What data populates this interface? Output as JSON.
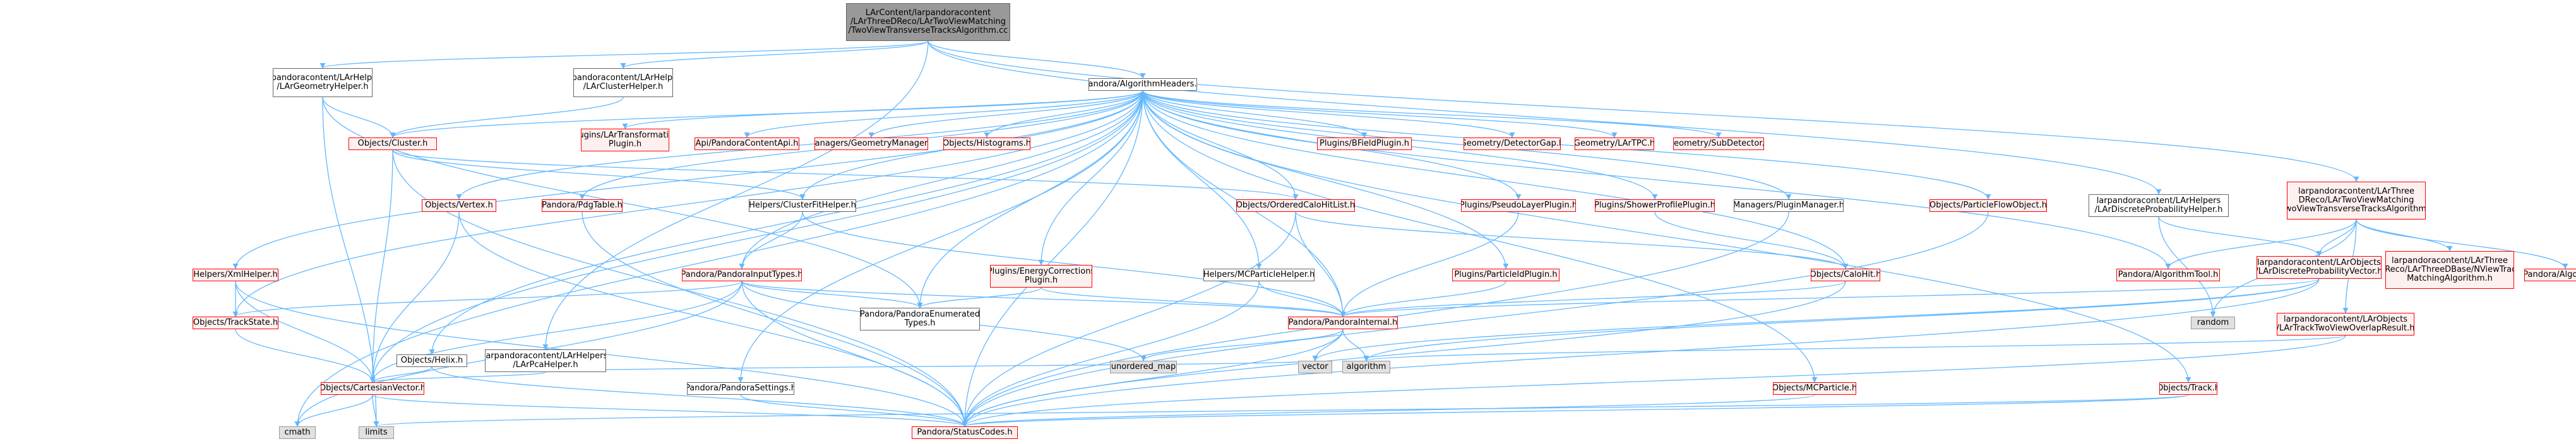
{
  "nodes": [
    {
      "id": "root",
      "label": "LArContent/larpandoracontent\n/LArThreeDReco/LArTwoViewMatching\n/TwoViewTransverseTracksAlgorithm.cc",
      "style": "root"
    },
    {
      "id": "geomHelper",
      "label": "larpandoracontent/LArHelpers\n/LArGeometryHelper.h",
      "style": "white"
    },
    {
      "id": "clusterHelper",
      "label": "larpandoracontent/LArHelpers\n/LArClusterHelper.h",
      "style": "white"
    },
    {
      "id": "algHeaders",
      "label": "Pandora/AlgorithmHeaders.h",
      "style": "white"
    },
    {
      "id": "cluster",
      "label": "Objects/Cluster.h",
      "style": "red"
    },
    {
      "id": "transfPlugin",
      "label": "Plugins/LArTransformation\nPlugin.h",
      "style": "red"
    },
    {
      "id": "apiContent",
      "label": "Api/PandoraContentApi.h",
      "style": "red"
    },
    {
      "id": "geomMgr",
      "label": "Managers/GeometryManager.h",
      "style": "red"
    },
    {
      "id": "histograms",
      "label": "Objects/Histograms.h",
      "style": "red"
    },
    {
      "id": "bfield",
      "label": "Plugins/BFieldPlugin.h",
      "style": "red"
    },
    {
      "id": "detGap",
      "label": "Geometry/DetectorGap.h",
      "style": "red"
    },
    {
      "id": "lartpc",
      "label": "Geometry/LArTPC.h",
      "style": "red"
    },
    {
      "id": "subDet",
      "label": "Geometry/SubDetector.h",
      "style": "red"
    },
    {
      "id": "vertex",
      "label": "Objects/Vertex.h",
      "style": "red"
    },
    {
      "id": "pdgTable",
      "label": "Pandora/PdgTable.h",
      "style": "red"
    },
    {
      "id": "clusterFit",
      "label": "Helpers/ClusterFitHelper.h",
      "style": "white"
    },
    {
      "id": "orderedCalo",
      "label": "Objects/OrderedCaloHitList.h",
      "style": "red"
    },
    {
      "id": "pseudoLayer",
      "label": "Plugins/PseudoLayerPlugin.h",
      "style": "red"
    },
    {
      "id": "showerProfile",
      "label": "Plugins/ShowerProfilePlugin.h",
      "style": "red"
    },
    {
      "id": "pluginMgr",
      "label": "Managers/PluginManager.h",
      "style": "white"
    },
    {
      "id": "pfo",
      "label": "Objects/ParticleFlowObject.h",
      "style": "red"
    },
    {
      "id": "discProbHelper",
      "label": "larpandoracontent/LArHelpers\n/LArDiscreteProbabilityHelper.h",
      "style": "white"
    },
    {
      "id": "twoViewAlgH",
      "label": "larpandoracontent/LArThree\nDReco/LArTwoViewMatching\n/TwoViewTransverseTracksAlgorithm.h",
      "style": "red"
    },
    {
      "id": "xmlHelper",
      "label": "Helpers/XmlHelper.h",
      "style": "red"
    },
    {
      "id": "inputTypes",
      "label": "Pandora/PandoraInputTypes.h",
      "style": "red"
    },
    {
      "id": "energyCorr",
      "label": "Plugins/EnergyCorrections\nPlugin.h",
      "style": "red"
    },
    {
      "id": "mcHelper",
      "label": "Helpers/MCParticleHelper.h",
      "style": "white"
    },
    {
      "id": "particleId",
      "label": "Plugins/ParticleIdPlugin.h",
      "style": "red"
    },
    {
      "id": "caloHit",
      "label": "Objects/CaloHit.h",
      "style": "red"
    },
    {
      "id": "algTool",
      "label": "Pandora/AlgorithmTool.h",
      "style": "red"
    },
    {
      "id": "discProbVec",
      "label": "larpandoracontent/LArObjects\n/LArDiscreteProbabilityVector.h",
      "style": "red"
    },
    {
      "id": "nviewAlg",
      "label": "larpandoracontent/LArThree\nDReco/LArThreeDBase/NViewTrack\nMatchingAlgorithm.h",
      "style": "red"
    },
    {
      "id": "algorithmH",
      "label": "Pandora/Algorithm.h",
      "style": "red"
    },
    {
      "id": "trackState",
      "label": "Objects/TrackState.h",
      "style": "red"
    },
    {
      "id": "enumTypes",
      "label": "Pandora/PandoraEnumerated\nTypes.h",
      "style": "white"
    },
    {
      "id": "internal",
      "label": "Pandora/PandoraInternal.h",
      "style": "red"
    },
    {
      "id": "random",
      "label": "random",
      "style": "gray"
    },
    {
      "id": "overlapResult",
      "label": "larpandoracontent/LArObjects\n/LArTrackTwoViewOverlapResult.h",
      "style": "red"
    },
    {
      "id": "helix",
      "label": "Objects/Helix.h",
      "style": "white"
    },
    {
      "id": "pcaHelper",
      "label": "larpandoracontent/LArHelpers\n/LArPcaHelper.h",
      "style": "white"
    },
    {
      "id": "unorderedMap",
      "label": "unordered_map",
      "style": "gray"
    },
    {
      "id": "vector",
      "label": "vector",
      "style": "gray"
    },
    {
      "id": "algorithm",
      "label": "algorithm",
      "style": "gray"
    },
    {
      "id": "cartesian",
      "label": "Objects/CartesianVector.h",
      "style": "red"
    },
    {
      "id": "settings",
      "label": "Pandora/PandoraSettings.h",
      "style": "white"
    },
    {
      "id": "mcParticle",
      "label": "Objects/MCParticle.h",
      "style": "red"
    },
    {
      "id": "track",
      "label": "Objects/Track.h",
      "style": "red"
    },
    {
      "id": "cmath",
      "label": "cmath",
      "style": "gray"
    },
    {
      "id": "limits",
      "label": "limits",
      "style": "gray"
    },
    {
      "id": "statusCodes",
      "label": "Pandora/StatusCodes.h",
      "style": "red"
    }
  ],
  "edges": [
    [
      "root",
      "geomHelper"
    ],
    [
      "root",
      "clusterHelper"
    ],
    [
      "root",
      "algHeaders"
    ],
    [
      "root",
      "discProbHelper"
    ],
    [
      "root",
      "twoViewAlgH"
    ],
    [
      "root",
      "pcaHelper"
    ],
    [
      "geomHelper",
      "cluster"
    ],
    [
      "geomHelper",
      "limits"
    ],
    [
      "geomHelper",
      "enumTypes"
    ],
    [
      "clusterHelper",
      "cluster"
    ],
    [
      "algHeaders",
      "cluster"
    ],
    [
      "algHeaders",
      "transfPlugin"
    ],
    [
      "algHeaders",
      "apiContent"
    ],
    [
      "algHeaders",
      "geomMgr"
    ],
    [
      "algHeaders",
      "histograms"
    ],
    [
      "algHeaders",
      "bfield"
    ],
    [
      "algHeaders",
      "detGap"
    ],
    [
      "algHeaders",
      "lartpc"
    ],
    [
      "algHeaders",
      "subDet"
    ],
    [
      "algHeaders",
      "vertex"
    ],
    [
      "algHeaders",
      "pdgTable"
    ],
    [
      "algHeaders",
      "clusterFit"
    ],
    [
      "algHeaders",
      "orderedCalo"
    ],
    [
      "algHeaders",
      "pseudoLayer"
    ],
    [
      "algHeaders",
      "showerProfile"
    ],
    [
      "algHeaders",
      "pluginMgr"
    ],
    [
      "algHeaders",
      "pfo"
    ],
    [
      "algHeaders",
      "xmlHelper"
    ],
    [
      "algHeaders",
      "inputTypes"
    ],
    [
      "algHeaders",
      "energyCorr"
    ],
    [
      "algHeaders",
      "mcHelper"
    ],
    [
      "algHeaders",
      "particleId"
    ],
    [
      "algHeaders",
      "caloHit"
    ],
    [
      "algHeaders",
      "algTool"
    ],
    [
      "algHeaders",
      "trackState"
    ],
    [
      "algHeaders",
      "helix"
    ],
    [
      "algHeaders",
      "settings"
    ],
    [
      "algHeaders",
      "mcParticle"
    ],
    [
      "algHeaders",
      "track"
    ],
    [
      "algHeaders",
      "cartesian"
    ],
    [
      "algHeaders",
      "internal"
    ],
    [
      "algHeaders",
      "enumTypes"
    ],
    [
      "algHeaders",
      "cmath"
    ],
    [
      "algHeaders",
      "statusCodes"
    ],
    [
      "cluster",
      "orderedCalo"
    ],
    [
      "cluster",
      "clusterFit"
    ],
    [
      "cluster",
      "statusCodes"
    ],
    [
      "cluster",
      "cartesian"
    ],
    [
      "vertex",
      "cartesian"
    ],
    [
      "vertex",
      "statusCodes"
    ],
    [
      "pdgTable",
      "statusCodes"
    ],
    [
      "clusterFit",
      "inputTypes"
    ],
    [
      "clusterFit",
      "internal"
    ],
    [
      "orderedCalo",
      "caloHit"
    ],
    [
      "orderedCalo",
      "internal"
    ],
    [
      "orderedCalo",
      "statusCodes"
    ],
    [
      "pseudoLayer",
      "internal"
    ],
    [
      "showerProfile",
      "caloHit"
    ],
    [
      "pluginMgr",
      "statusCodes"
    ],
    [
      "pfo",
      "statusCodes"
    ],
    [
      "discProbHelper",
      "discProbVec"
    ],
    [
      "discProbHelper",
      "random"
    ],
    [
      "twoViewAlgH",
      "algTool"
    ],
    [
      "twoViewAlgH",
      "discProbVec"
    ],
    [
      "twoViewAlgH",
      "nviewAlg"
    ],
    [
      "twoViewAlgH",
      "algorithmH"
    ],
    [
      "twoViewAlgH",
      "overlapResult"
    ],
    [
      "twoViewAlgH",
      "random"
    ],
    [
      "xmlHelper",
      "trackState"
    ],
    [
      "xmlHelper",
      "cartesian"
    ],
    [
      "xmlHelper",
      "statusCodes"
    ],
    [
      "inputTypes",
      "enumTypes"
    ],
    [
      "inputTypes",
      "internal"
    ],
    [
      "inputTypes",
      "trackState"
    ],
    [
      "inputTypes",
      "cartesian"
    ],
    [
      "inputTypes",
      "statusCodes"
    ],
    [
      "inputTypes",
      "cmath"
    ],
    [
      "inputTypes",
      "unorderedMap"
    ],
    [
      "energyCorr",
      "enumTypes"
    ],
    [
      "energyCorr",
      "internal"
    ],
    [
      "mcHelper",
      "internal"
    ],
    [
      "mcHelper",
      "statusCodes"
    ],
    [
      "particleId",
      "internal"
    ],
    [
      "caloHit",
      "internal"
    ],
    [
      "caloHit",
      "statusCodes"
    ],
    [
      "discProbVec",
      "internal"
    ],
    [
      "discProbVec",
      "statusCodes"
    ],
    [
      "discProbVec",
      "vector"
    ],
    [
      "discProbVec",
      "algorithm"
    ],
    [
      "overlapResult",
      "statusCodes"
    ],
    [
      "overlapResult",
      "algorithm"
    ],
    [
      "trackState",
      "cartesian"
    ],
    [
      "internal",
      "vector"
    ],
    [
      "internal",
      "algorithm"
    ],
    [
      "internal",
      "unorderedMap"
    ],
    [
      "internal",
      "statusCodes"
    ],
    [
      "helix",
      "cartesian"
    ],
    [
      "helix",
      "statusCodes"
    ],
    [
      "pcaHelper",
      "cartesian"
    ],
    [
      "pcaHelper",
      "vector"
    ],
    [
      "cartesian",
      "cmath"
    ],
    [
      "cartesian",
      "limits"
    ],
    [
      "cartesian",
      "statusCodes"
    ],
    [
      "settings",
      "statusCodes"
    ],
    [
      "mcParticle",
      "statusCodes"
    ],
    [
      "track",
      "statusCodes"
    ],
    [
      "track",
      "limits"
    ]
  ]
}
